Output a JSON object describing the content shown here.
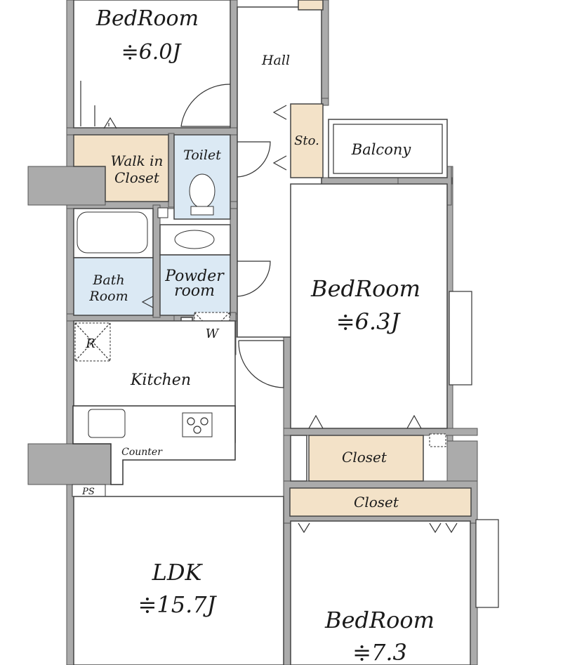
{
  "rooms": {
    "bedroom1": {
      "label": "BedRoom",
      "size": "≑6.0J"
    },
    "hall": {
      "label": "Hall"
    },
    "storage": {
      "label": "Sto."
    },
    "balcony": {
      "label": "Balcony"
    },
    "walk_in_closet": {
      "label_line1": "Walk in",
      "label_line2": "Closet"
    },
    "toilet": {
      "label": "Toilet"
    },
    "bath": {
      "label_line1": "Bath",
      "label_line2": "Room"
    },
    "powder": {
      "label_line1": "Powder",
      "label_line2": "room"
    },
    "bedroom2": {
      "label": "BedRoom",
      "size": "≑6.3J"
    },
    "kitchen": {
      "label": "Kitchen"
    },
    "counter": {
      "label": "Counter"
    },
    "ps": {
      "label": "PS"
    },
    "fridge": {
      "label": "R"
    },
    "washer": {
      "label": "W"
    },
    "closet1": {
      "label": "Closet"
    },
    "closet2": {
      "label": "Closet"
    },
    "ldk": {
      "label": "LDK",
      "size": "≑15.7J"
    },
    "bedroom3": {
      "label": "BedRoom",
      "size": "≑7.3"
    }
  },
  "colors": {
    "wall": "#ababab",
    "closet": "#f3e2c8",
    "wet": "#dbe9f4"
  }
}
